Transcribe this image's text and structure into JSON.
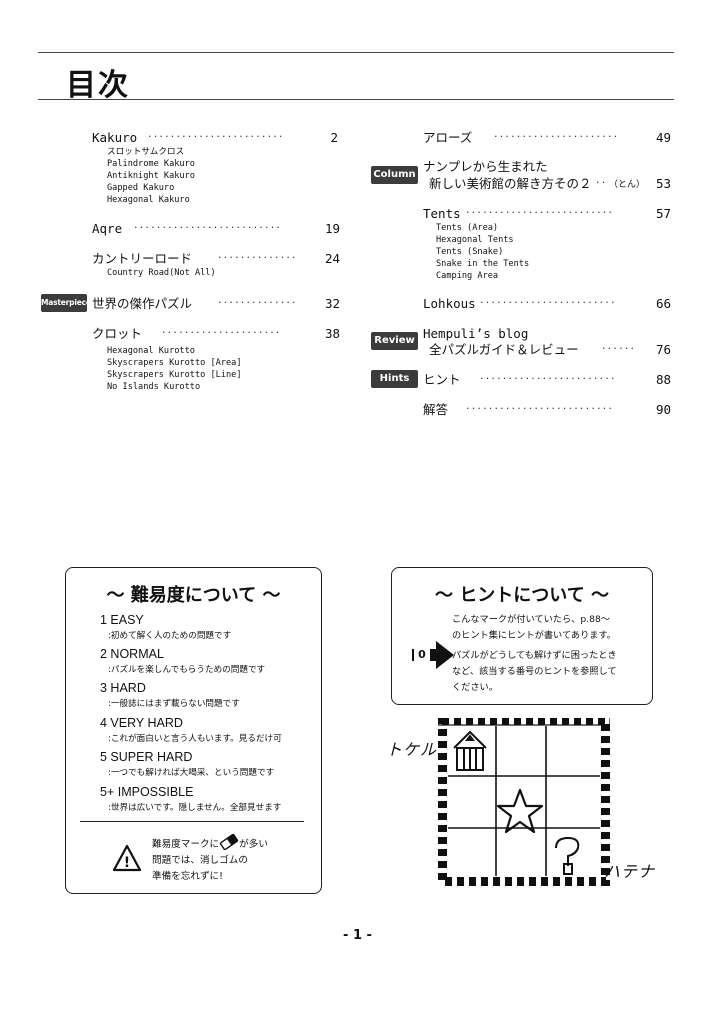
{
  "title": "目次",
  "toc_left": [
    {
      "title": "Kakuro",
      "page": "2",
      "subs": [
        "スロットサムクロス",
        "Palindrome Kakuro",
        "Antiknight Kakuro",
        "Gapped Kakuro",
        "Hexagonal Kakuro"
      ]
    },
    {
      "title": "Aqre",
      "page": "19",
      "subs": []
    },
    {
      "title": "カントリーロード",
      "page": "24",
      "subs": [
        "Country Road(Not All)"
      ]
    },
    {
      "title": "世界の傑作パズル",
      "page": "32",
      "tag": "Masterpieces",
      "subs": []
    },
    {
      "title": "クロット",
      "page": "38",
      "subs": [
        "Hexagonal Kurotto",
        "Skyscrapers Kurotto [Area]",
        "Skyscrapers Kurotto [Line]",
        "No Islands Kurotto"
      ]
    }
  ],
  "toc_right": [
    {
      "title": "アローズ",
      "page": "49",
      "subs": []
    },
    {
      "title": "ナンプレから生まれた",
      "title2": "新しい美術館の解き方その２",
      "author": "（とん）",
      "page": "53",
      "tag": "Column",
      "subs": []
    },
    {
      "title": "Tents",
      "page": "57",
      "subs": [
        "Tents (Area)",
        "Hexagonal Tents",
        "Tents (Snake)",
        "Snake in the Tents",
        "Camping Area"
      ]
    },
    {
      "title": "Lohkous",
      "page": "66",
      "subs": []
    },
    {
      "title": "Hempuli’s blog",
      "title2": "全パズルガイド＆レビュー",
      "page": "76",
      "tag": "Review",
      "subs": []
    },
    {
      "title": "ヒント",
      "page": "88",
      "tag": "Hints",
      "subs": []
    },
    {
      "title": "解答",
      "page": "90",
      "subs": []
    }
  ],
  "difficulty": {
    "heading": "～ 難易度について ～",
    "levels": [
      {
        "label": "1 EASY",
        "desc": ":初めて解く人のための問題です"
      },
      {
        "label": "2 NORMAL",
        "desc": ":パズルを楽しんでもらうための問題です"
      },
      {
        "label": "3 HARD",
        "desc": ":一般誌にはまず載らない問題です"
      },
      {
        "label": "4 VERY HARD",
        "desc": ":これが面白いと言う人もいます。見るだけ可"
      },
      {
        "label": "5 SUPER HARD",
        "desc": ":一つでも解ければ大喝采、という問題です"
      },
      {
        "label": "5+ IMPOSSIBLE",
        "desc": ":世界は広いです。隠しません。全部見せます"
      }
    ],
    "note_line1_a": "難易度マークに",
    "note_line1_b": "が多い",
    "note_line2": "問題では、消しゴムの",
    "note_line3": "準備を忘れずに!",
    "warning_glyph": "!"
  },
  "hints": {
    "heading": "～ ヒントについて ～",
    "line1": "こんなマークが付いていたら、p.88～",
    "line2": "のヒント集にヒントが書いてあります。",
    "line3": "パズルがどうしても解けずに困ったとき",
    "line4": "など、該当する番号のヒントを参照して",
    "line5": "ください。",
    "marker_number": "0"
  },
  "illustration": {
    "left_label": "トケル",
    "right_label": "ハテナ"
  },
  "page_number": "- 1 -"
}
